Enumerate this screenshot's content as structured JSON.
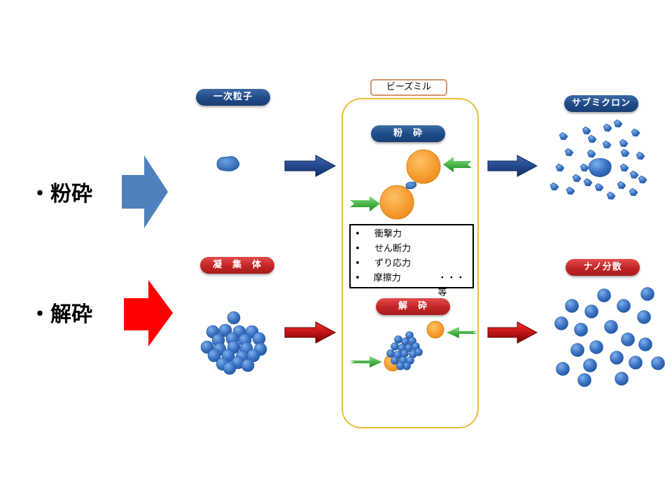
{
  "rows": [
    {
      "label": "・粉砕",
      "color": "#4f81bd"
    },
    {
      "label": "・解砕",
      "color": "#ff0000"
    }
  ],
  "stages": {
    "primary_particle": "一次粒子",
    "agglomerate": "凝　集　体",
    "submicron": "サブミクロン",
    "nano_dispersion": "ナノ分散"
  },
  "bead_mill": {
    "title": "ビーズミル",
    "pulverize_label": "粉　砕",
    "disintegrate_label": "解　砕",
    "forces": [
      {
        "bullet": "•",
        "text": "衝撃力"
      },
      {
        "bullet": "•",
        "text": "せん断力"
      },
      {
        "bullet": "•",
        "text": "ずり応力"
      },
      {
        "bullet": "•",
        "text": "摩擦力",
        "suffix": "・・・等"
      }
    ]
  },
  "colors": {
    "particle_blue": "#3a72c4",
    "bead_orange": "#f7a234",
    "arrow_green": "#2fb52f",
    "mill_border": "#e9bd3a"
  }
}
